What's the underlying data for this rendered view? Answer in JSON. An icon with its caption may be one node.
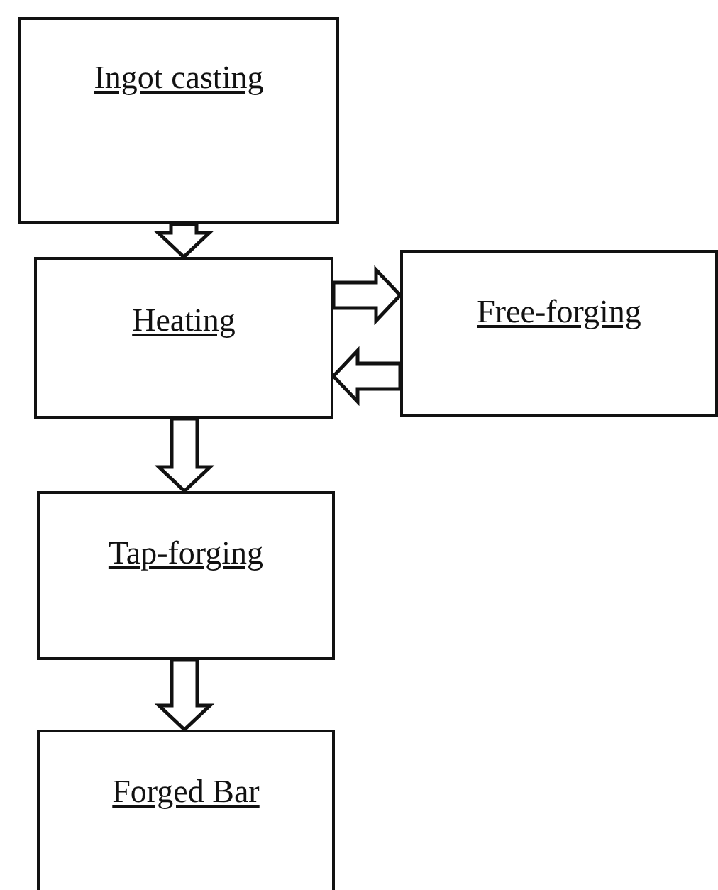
{
  "diagram": {
    "nodes": [
      {
        "text": [
          "Ingot casting"
        ]
      },
      {
        "text": [
          "Heating"
        ]
      },
      {
        "text": [
          "Free-forging"
        ]
      },
      {
        "text": [
          "Tap-forging"
        ]
      },
      {
        "text": [
          "Forged Bar"
        ]
      }
    ],
    "edges": [
      {
        "from": 0,
        "to": 1,
        "arrow": "to"
      },
      {
        "from": 1,
        "to": 2,
        "arrow": "to"
      },
      {
        "from": 2,
        "to": 1,
        "arrow": "to"
      },
      {
        "from": 1,
        "to": 3,
        "arrow": "to"
      },
      {
        "from": 3,
        "to": 4,
        "arrow": "to"
      }
    ]
  }
}
